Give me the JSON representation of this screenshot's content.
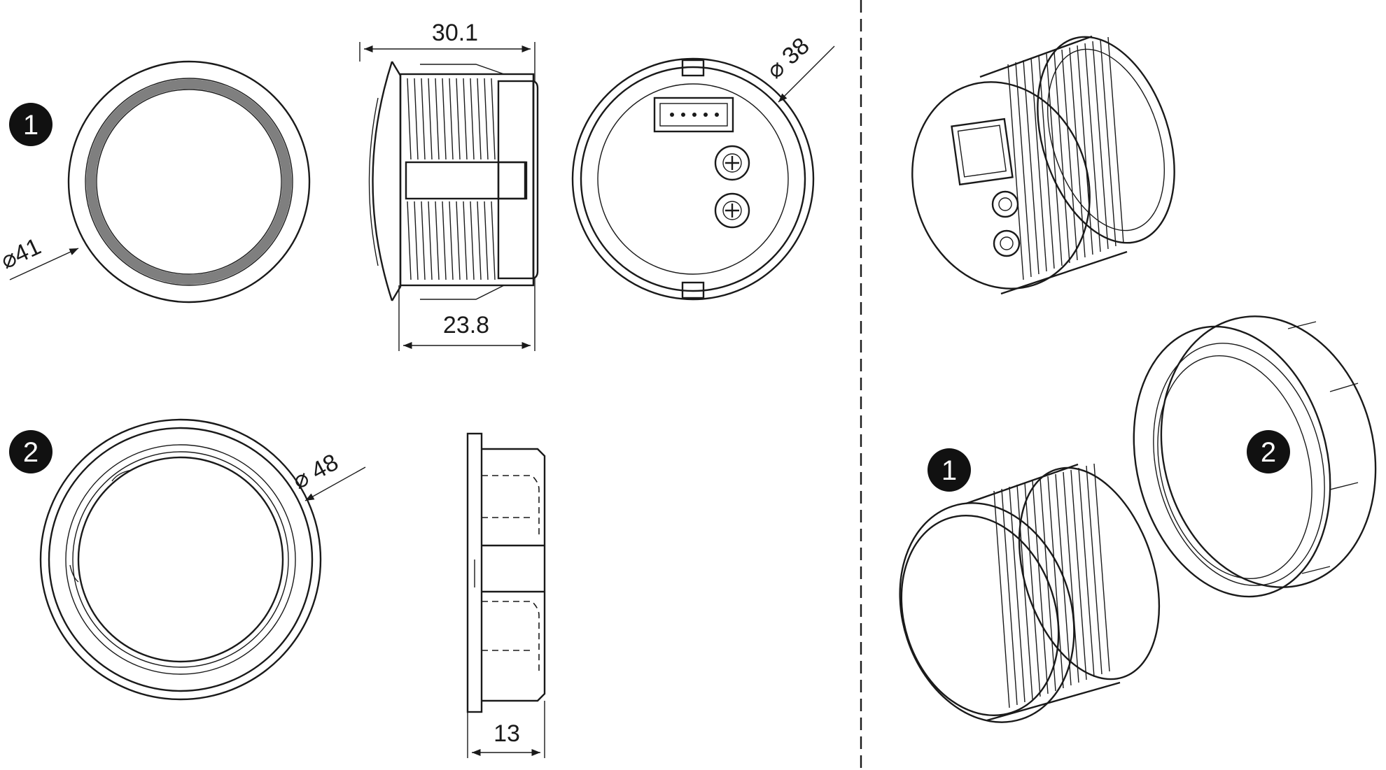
{
  "dimensions": {
    "front_diameter": "41",
    "overall_length": "30.1",
    "body_length": "23.8",
    "rear_diameter": "38",
    "ring_diameter": "48",
    "ring_thickness": "13"
  },
  "callouts": [
    "1",
    "2"
  ],
  "colors": {
    "line": "#1a1a1a",
    "ring_band": "#7f7f7f",
    "badge": "#111111"
  }
}
